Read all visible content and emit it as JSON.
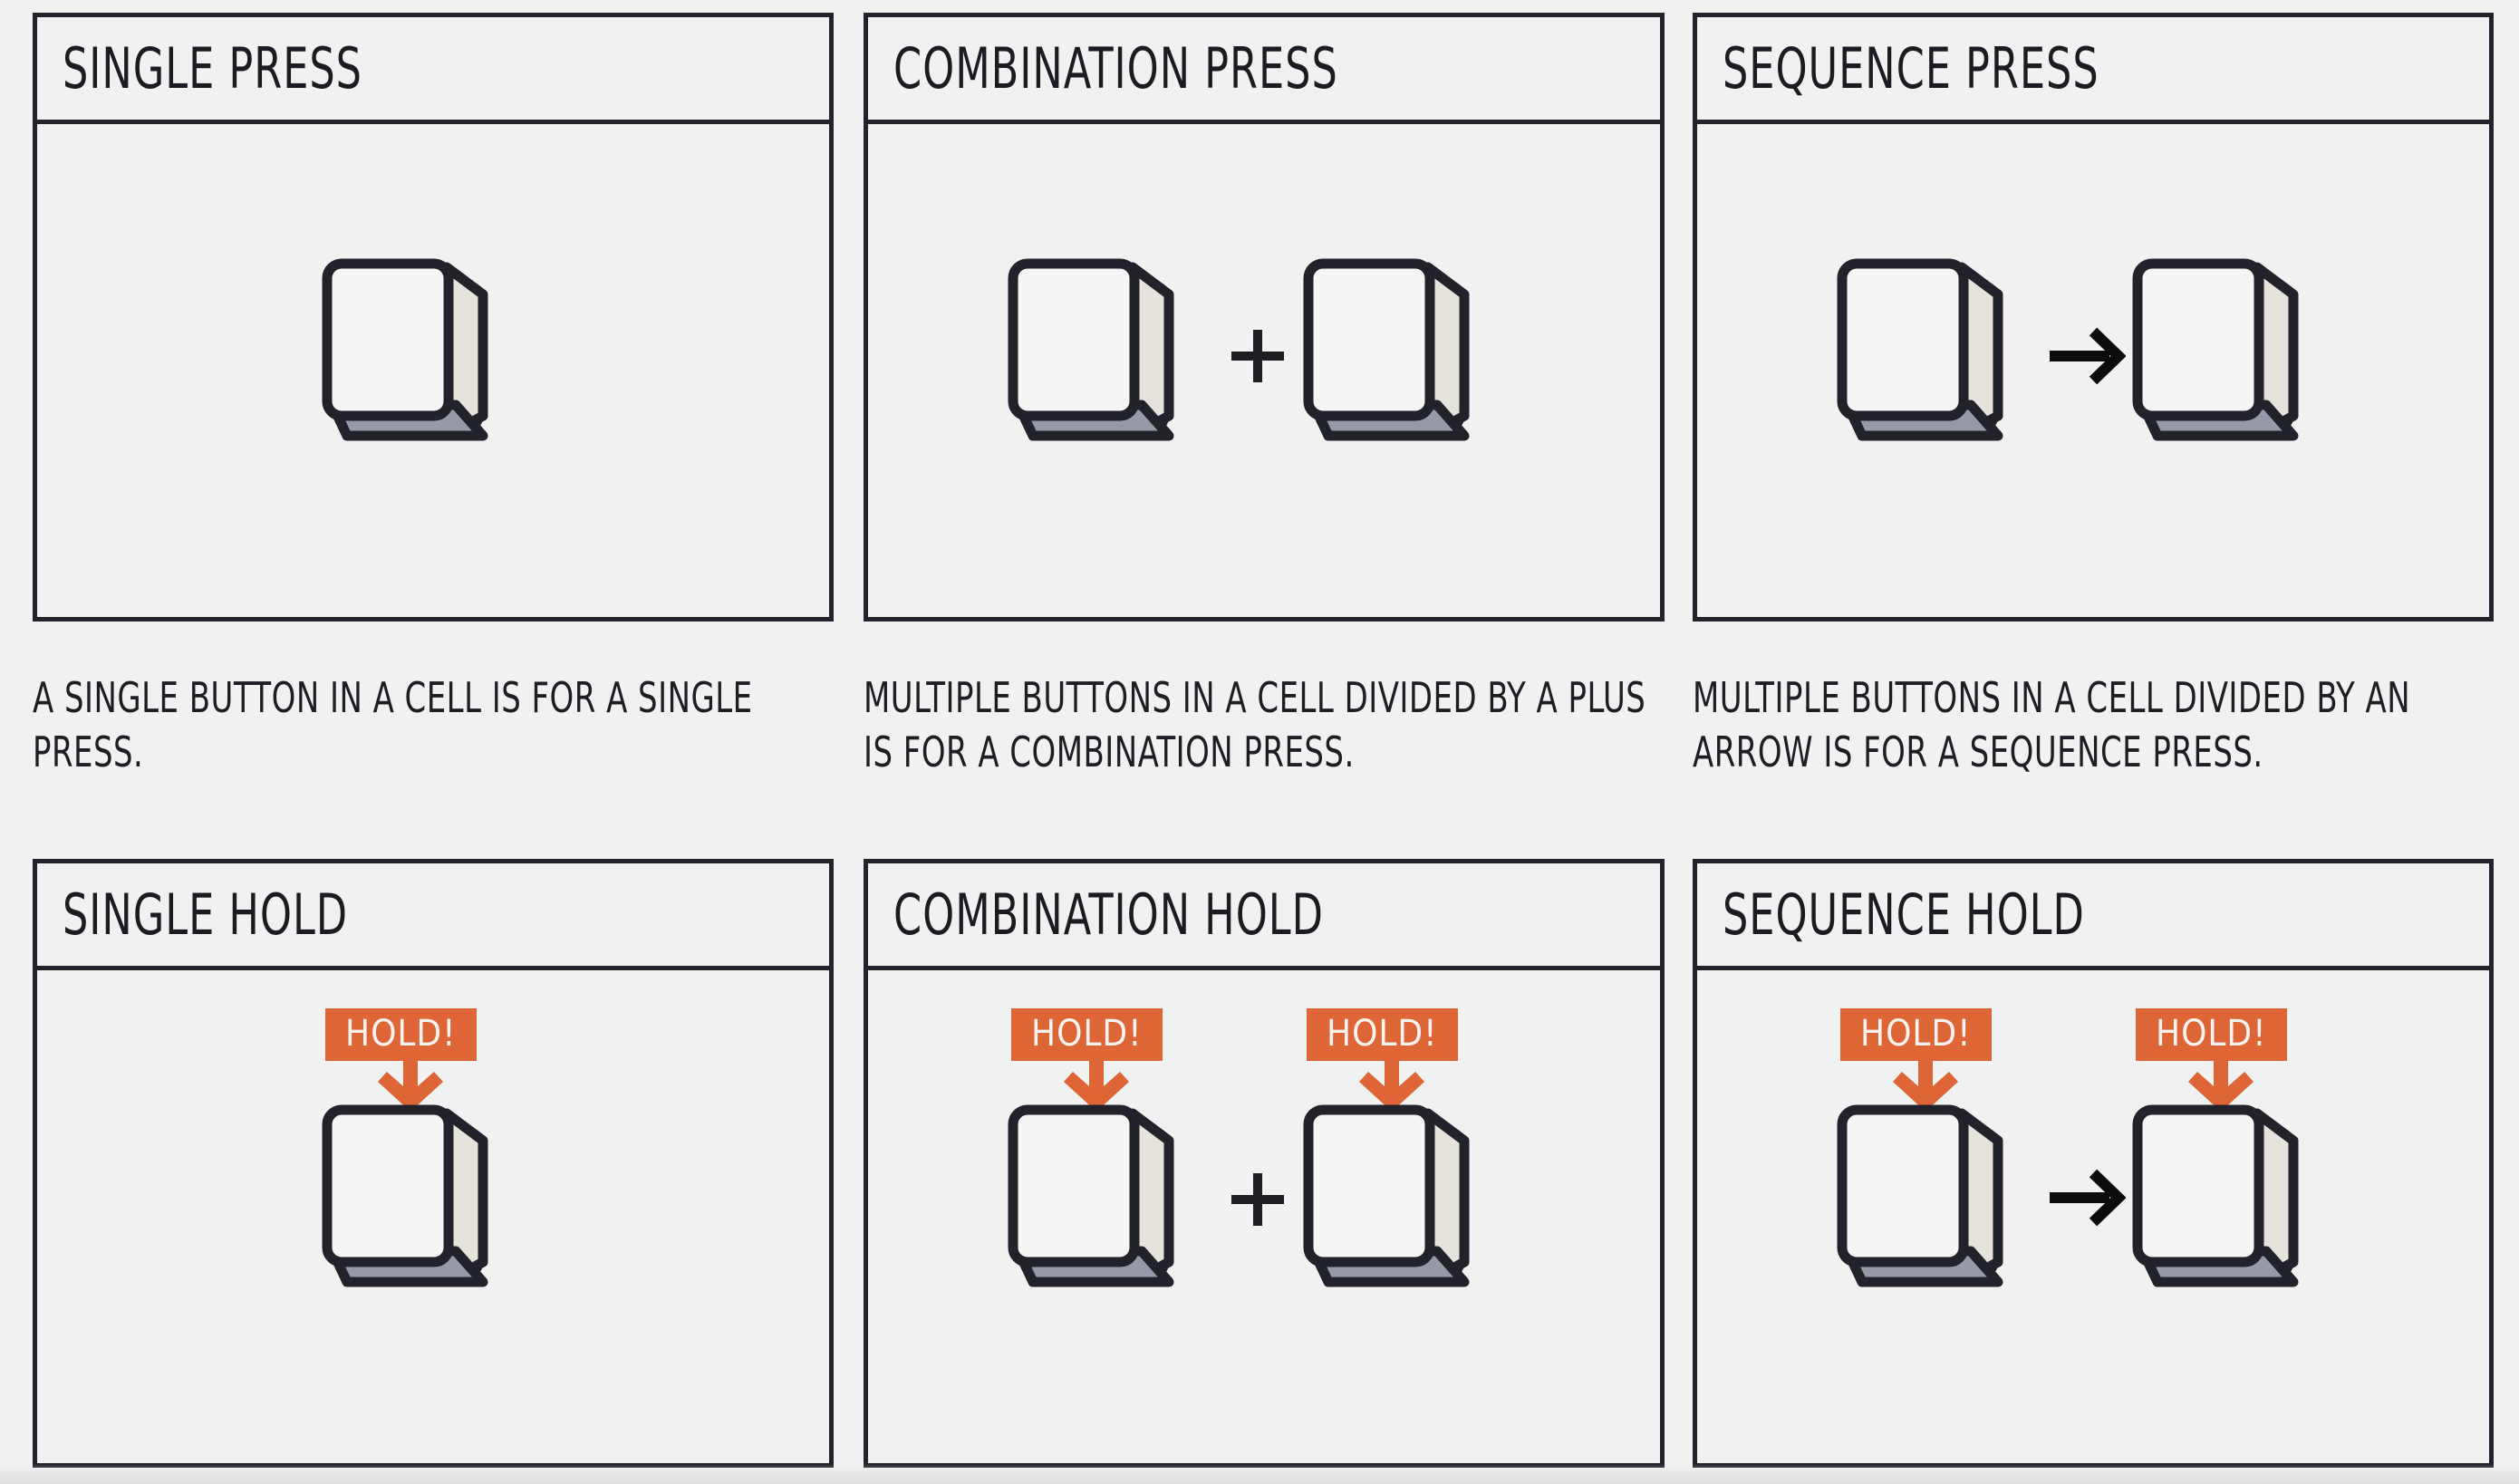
{
  "theme": {
    "page_background": "#f0f2f1",
    "panel_background": "#f0f2f1",
    "border_color": "#22222a",
    "text_color": "#1b1b22",
    "accent_orange": "#dd6536",
    "hold_text_color": "#fbf3ef",
    "key_face": "#f4f5f4",
    "key_outline": "#22222a",
    "key_side_bevel": "#e6e3dc",
    "key_bottom_bevel": "#969aa6",
    "separator_color": "#111111"
  },
  "panels": [
    {
      "id": "single-press",
      "title": "SINGLE PRESS",
      "caption": "A SINGLE BUTTON IN A CELL IS FOR A SINGLE PRESS.",
      "keys": [
        {
          "hold": false
        }
      ],
      "separators": []
    },
    {
      "id": "combination-press",
      "title": "COMBINATION PRESS",
      "caption": "MULTIPLE BUTTONS IN A CELL DIVIDED BY A PLUS IS FOR A COMBINATION PRESS.",
      "keys": [
        {
          "hold": false
        },
        {
          "hold": false
        }
      ],
      "separators": [
        "plus"
      ]
    },
    {
      "id": "sequence-press",
      "title": "SEQUENCE PRESS",
      "caption": "MULTIPLE BUTTONS IN A CELL DIVIDED BY AN ARROW IS FOR A SEQUENCE PRESS.",
      "keys": [
        {
          "hold": false
        },
        {
          "hold": false
        }
      ],
      "separators": [
        "arrow"
      ]
    },
    {
      "id": "single-hold",
      "title": "SINGLE HOLD",
      "caption": "",
      "keys": [
        {
          "hold": true
        }
      ],
      "separators": []
    },
    {
      "id": "combination-hold",
      "title": "COMBINATION HOLD",
      "caption": "",
      "keys": [
        {
          "hold": true
        },
        {
          "hold": true
        }
      ],
      "separators": [
        "plus"
      ]
    },
    {
      "id": "sequence-hold",
      "title": "SEQUENCE HOLD",
      "caption": "",
      "keys": [
        {
          "hold": true
        },
        {
          "hold": true
        }
      ],
      "separators": [
        "arrow"
      ]
    }
  ],
  "labels": {
    "hold_badge": "HOLD!"
  },
  "icons": {
    "plus": "plus-separator-icon",
    "arrow": "arrow-right-separator-icon",
    "hold_arrow": "arrow-down-orange-icon",
    "key": "keycap-icon"
  }
}
